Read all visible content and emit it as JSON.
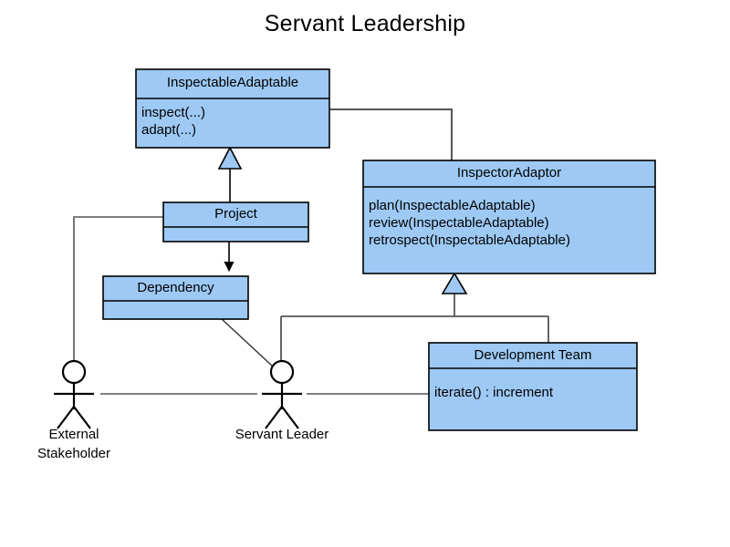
{
  "diagram": {
    "title": "Servant Leadership",
    "background_color": "#ffffff",
    "class_fill_color": "#9dc9f4",
    "stroke_color": "#000000",
    "connector_color": "#555555"
  },
  "classes": [
    {
      "id": "inspectable-adaptable",
      "name": "InspectableAdaptable",
      "members": [
        "inspect(...)",
        "adapt(...)"
      ]
    },
    {
      "id": "inspector-adaptor",
      "name": "InspectorAdaptor",
      "members": [
        "plan(InspectableAdaptable)",
        "review(InspectableAdaptable)",
        "retrospect(InspectableAdaptable)"
      ]
    },
    {
      "id": "project",
      "name": "Project",
      "members": []
    },
    {
      "id": "dependency",
      "name": "Dependency",
      "members": []
    },
    {
      "id": "development-team",
      "name": "Development Team",
      "members": [
        "iterate() : increment"
      ]
    }
  ],
  "actors": [
    {
      "id": "external-stakeholder",
      "label_line1": "External",
      "label_line2": "Stakeholder"
    },
    {
      "id": "servant-leader",
      "label_line1": "Servant Leader",
      "label_line2": ""
    }
  ]
}
